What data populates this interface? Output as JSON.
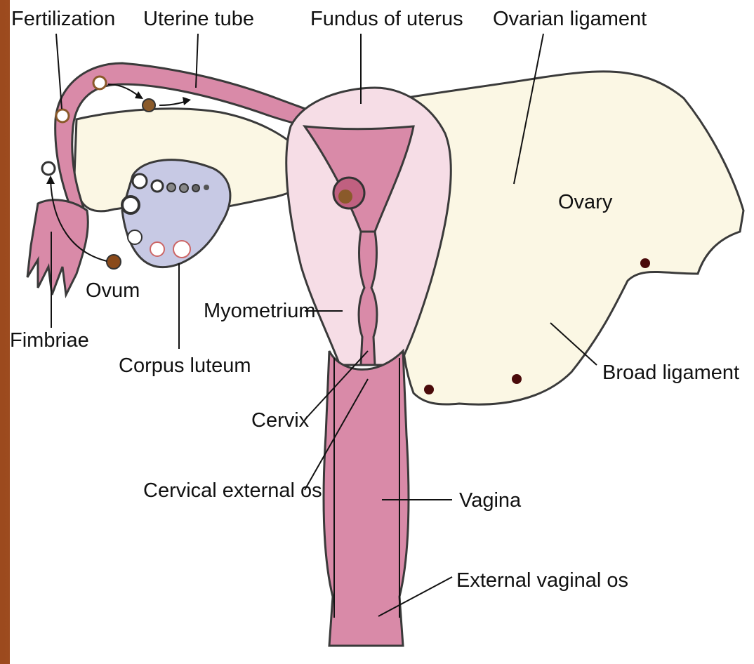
{
  "labels": {
    "fertilization": "Fertilization",
    "uterine_tube": "Uterine tube",
    "fundus": "Fundus of uterus",
    "ovarian_ligament": "Ovarian ligament",
    "ovary": "Ovary",
    "ovum": "Ovum",
    "fimbriae": "Fimbriae",
    "myometrium": "Myometrium",
    "corpus_luteum": "Corpus luteum",
    "broad_ligament": "Broad ligament",
    "cervix": "Cervix",
    "cervical_external_os": "Cervical external os",
    "vagina": "Vagina",
    "external_vaginal_os": "External vaginal os"
  },
  "colors": {
    "pink": "#d98aa8",
    "light_pink": "#f6dde6",
    "cream": "#fbf7e4",
    "ovary_blue": "#c7c9e4",
    "slide_border": "#b8652f"
  }
}
